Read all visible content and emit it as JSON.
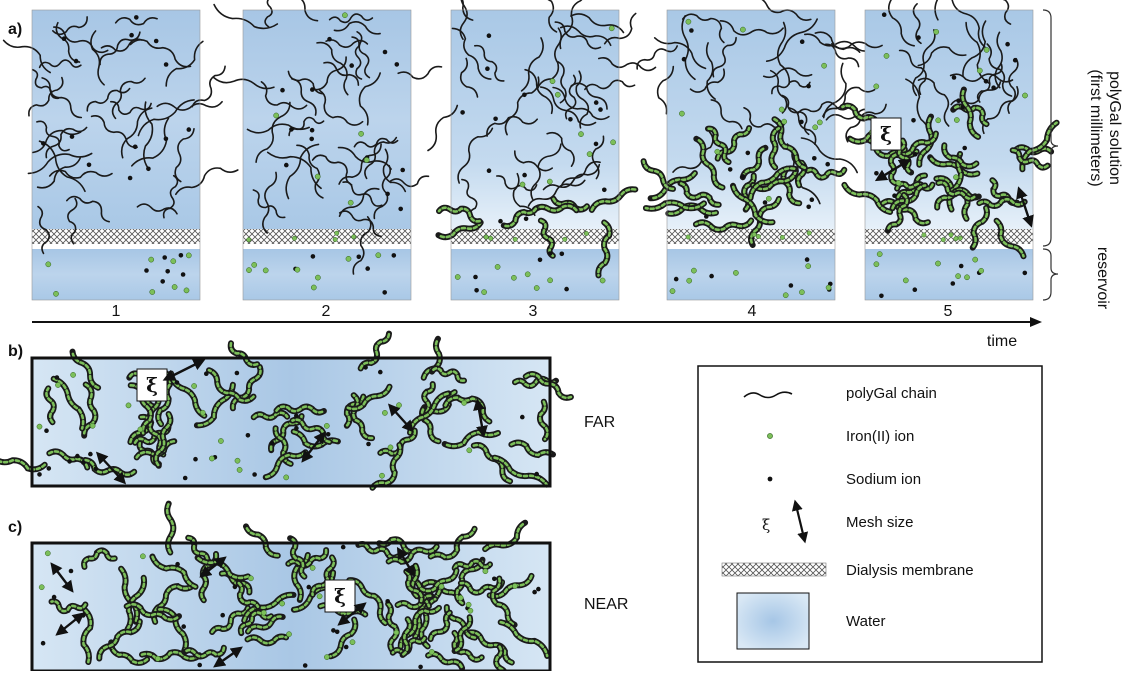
{
  "panels": {
    "a_label": "a)",
    "b_label": "b)",
    "c_label": "c)"
  },
  "stages": [
    "1",
    "2",
    "3",
    "4",
    "5"
  ],
  "axis": {
    "time_label": "time"
  },
  "side_labels": {
    "solution_line1": "polyGal solution",
    "solution_line2": "(first millimeters)",
    "reservoir": "reservoir"
  },
  "mesh_symbol": "ξ",
  "region_labels": {
    "far": "FAR",
    "near": "NEAR"
  },
  "legend": {
    "items": [
      {
        "icon": "chain-icon",
        "label": "polyGal chain"
      },
      {
        "icon": "iron-ion-icon",
        "label": "Iron(II) ion"
      },
      {
        "icon": "sodium-ion-icon",
        "label": "Sodium ion"
      },
      {
        "icon": "mesh-size-icon",
        "label": "Mesh size"
      },
      {
        "icon": "membrane-icon",
        "label": "Dialysis membrane"
      },
      {
        "icon": "water-icon",
        "label": "Water"
      }
    ]
  },
  "colors": {
    "water": "#a9c8e6",
    "water_light": "#dce9f5",
    "iron": "#7cbf5a",
    "sodium": "#111111",
    "chain": "#1a1a1a"
  }
}
